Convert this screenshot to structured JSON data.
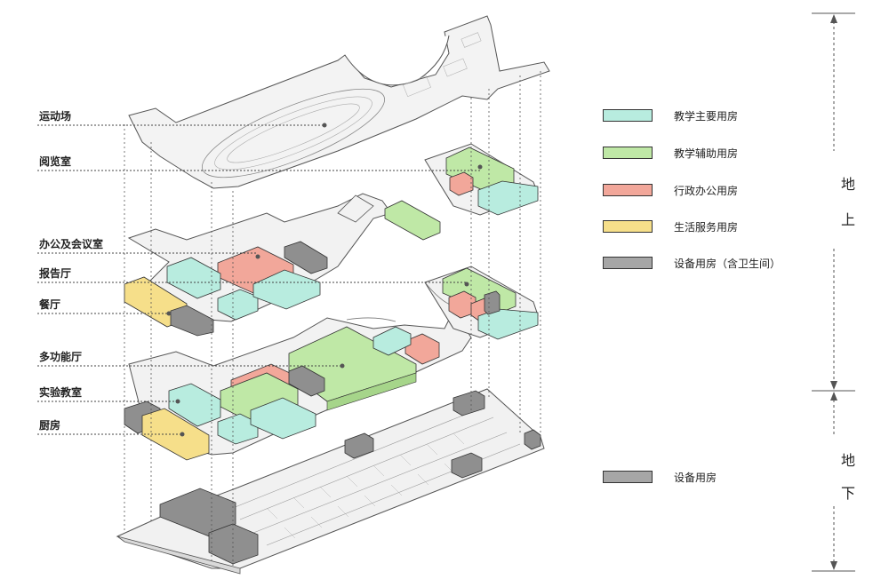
{
  "floor_labels": [
    "运动场",
    "阅览室",
    "办公及会议室",
    "报告厅",
    "餐厅",
    "多功能厅",
    "实验教室",
    "厨房"
  ],
  "legend_above": [
    {
      "label": "教学主要用房",
      "color": "#b8ecdf"
    },
    {
      "label": "教学辅助用房",
      "color": "#bfe8a6"
    },
    {
      "label": "行政办公用房",
      "color": "#f2a79a"
    },
    {
      "label": "生活服务用房",
      "color": "#f6df8a"
    },
    {
      "label": "设备用房（含卫生间）",
      "color": "#a6a6a6"
    }
  ],
  "legend_below": [
    {
      "label": "设备用房",
      "color": "#a6a6a6"
    }
  ],
  "side_labels": {
    "above": [
      "地",
      "上"
    ],
    "below": [
      "地",
      "下"
    ]
  }
}
